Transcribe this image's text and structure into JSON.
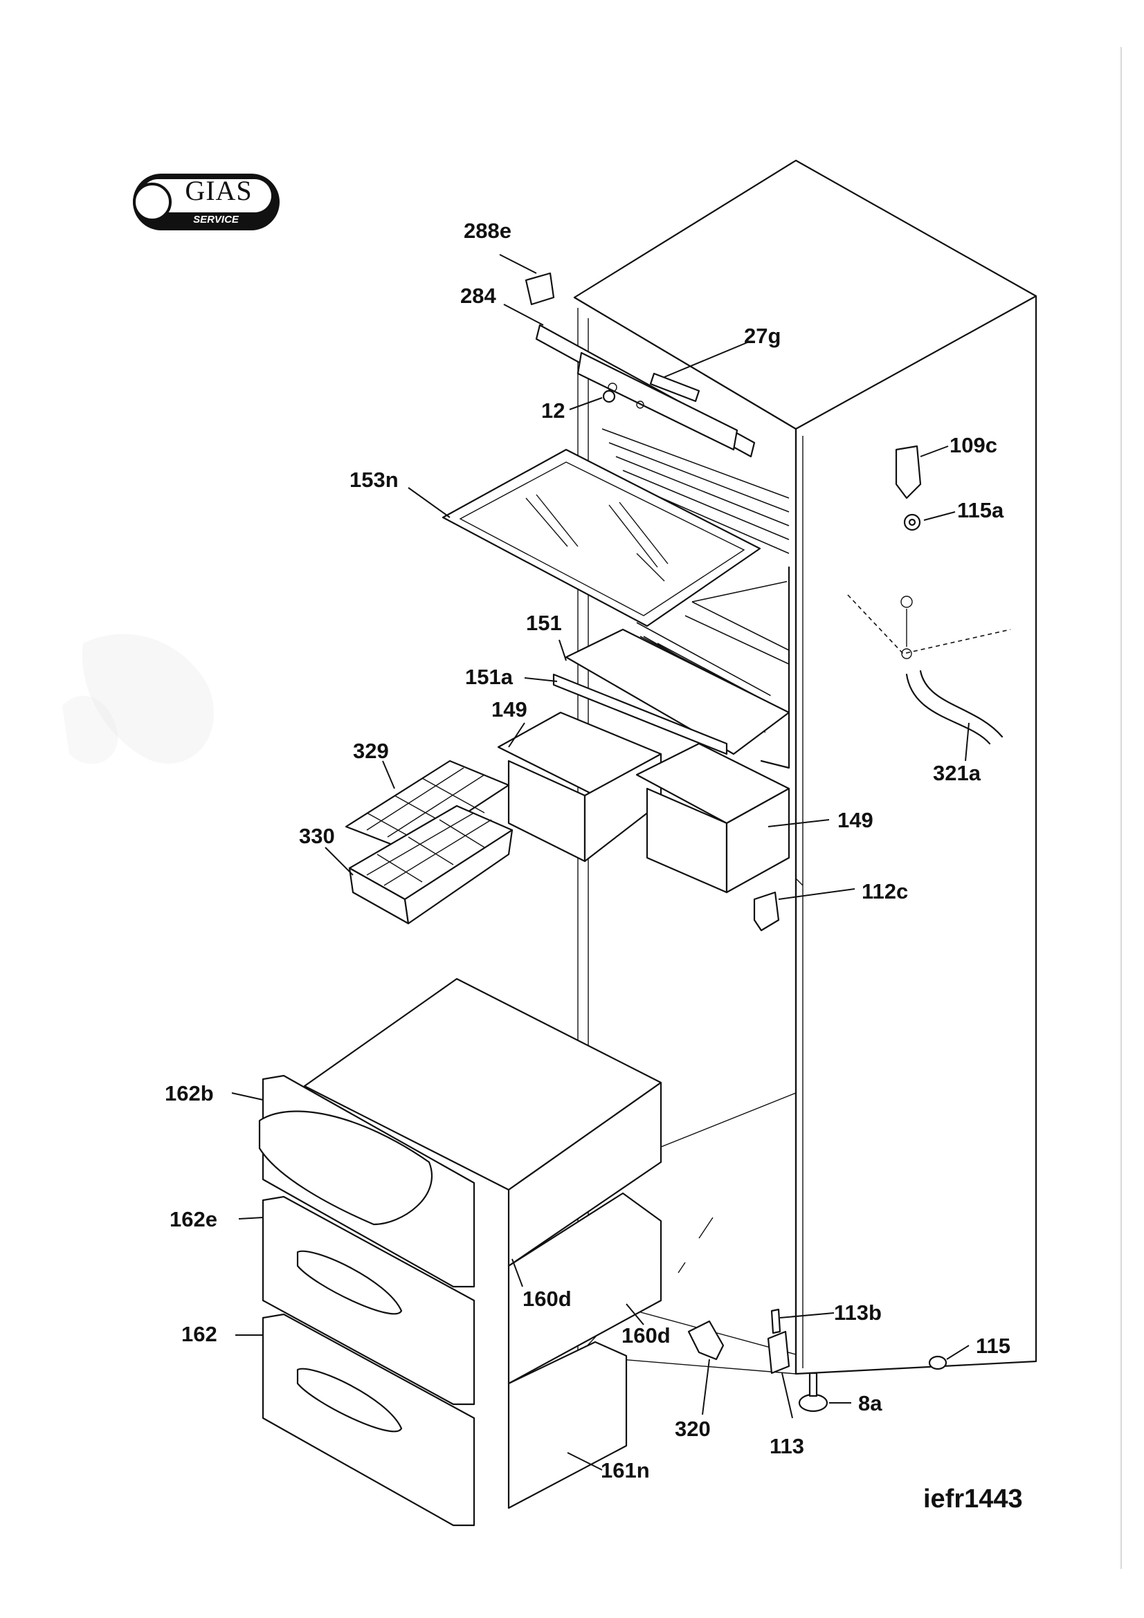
{
  "logo": {
    "title": "GIAS",
    "subtitle": "SERVICE"
  },
  "diagram_code": "iefr1443",
  "parts": {
    "p288e": "288e",
    "p284": "284",
    "p27g": "27g",
    "p12": "12",
    "p153n": "153n",
    "p109c": "109c",
    "p115a": "115a",
    "p151": "151",
    "p151a": "151a",
    "p149_left": "149",
    "p149_right": "149",
    "p321a": "321a",
    "p329": "329",
    "p330": "330",
    "p112c": "112c",
    "p162b": "162b",
    "p162e": "162e",
    "p162": "162",
    "p160d_a": "160d",
    "p160d_b": "160d",
    "p113b": "113b",
    "p115": "115",
    "p8a": "8a",
    "p320": "320",
    "p113": "113",
    "p161n": "161n"
  }
}
